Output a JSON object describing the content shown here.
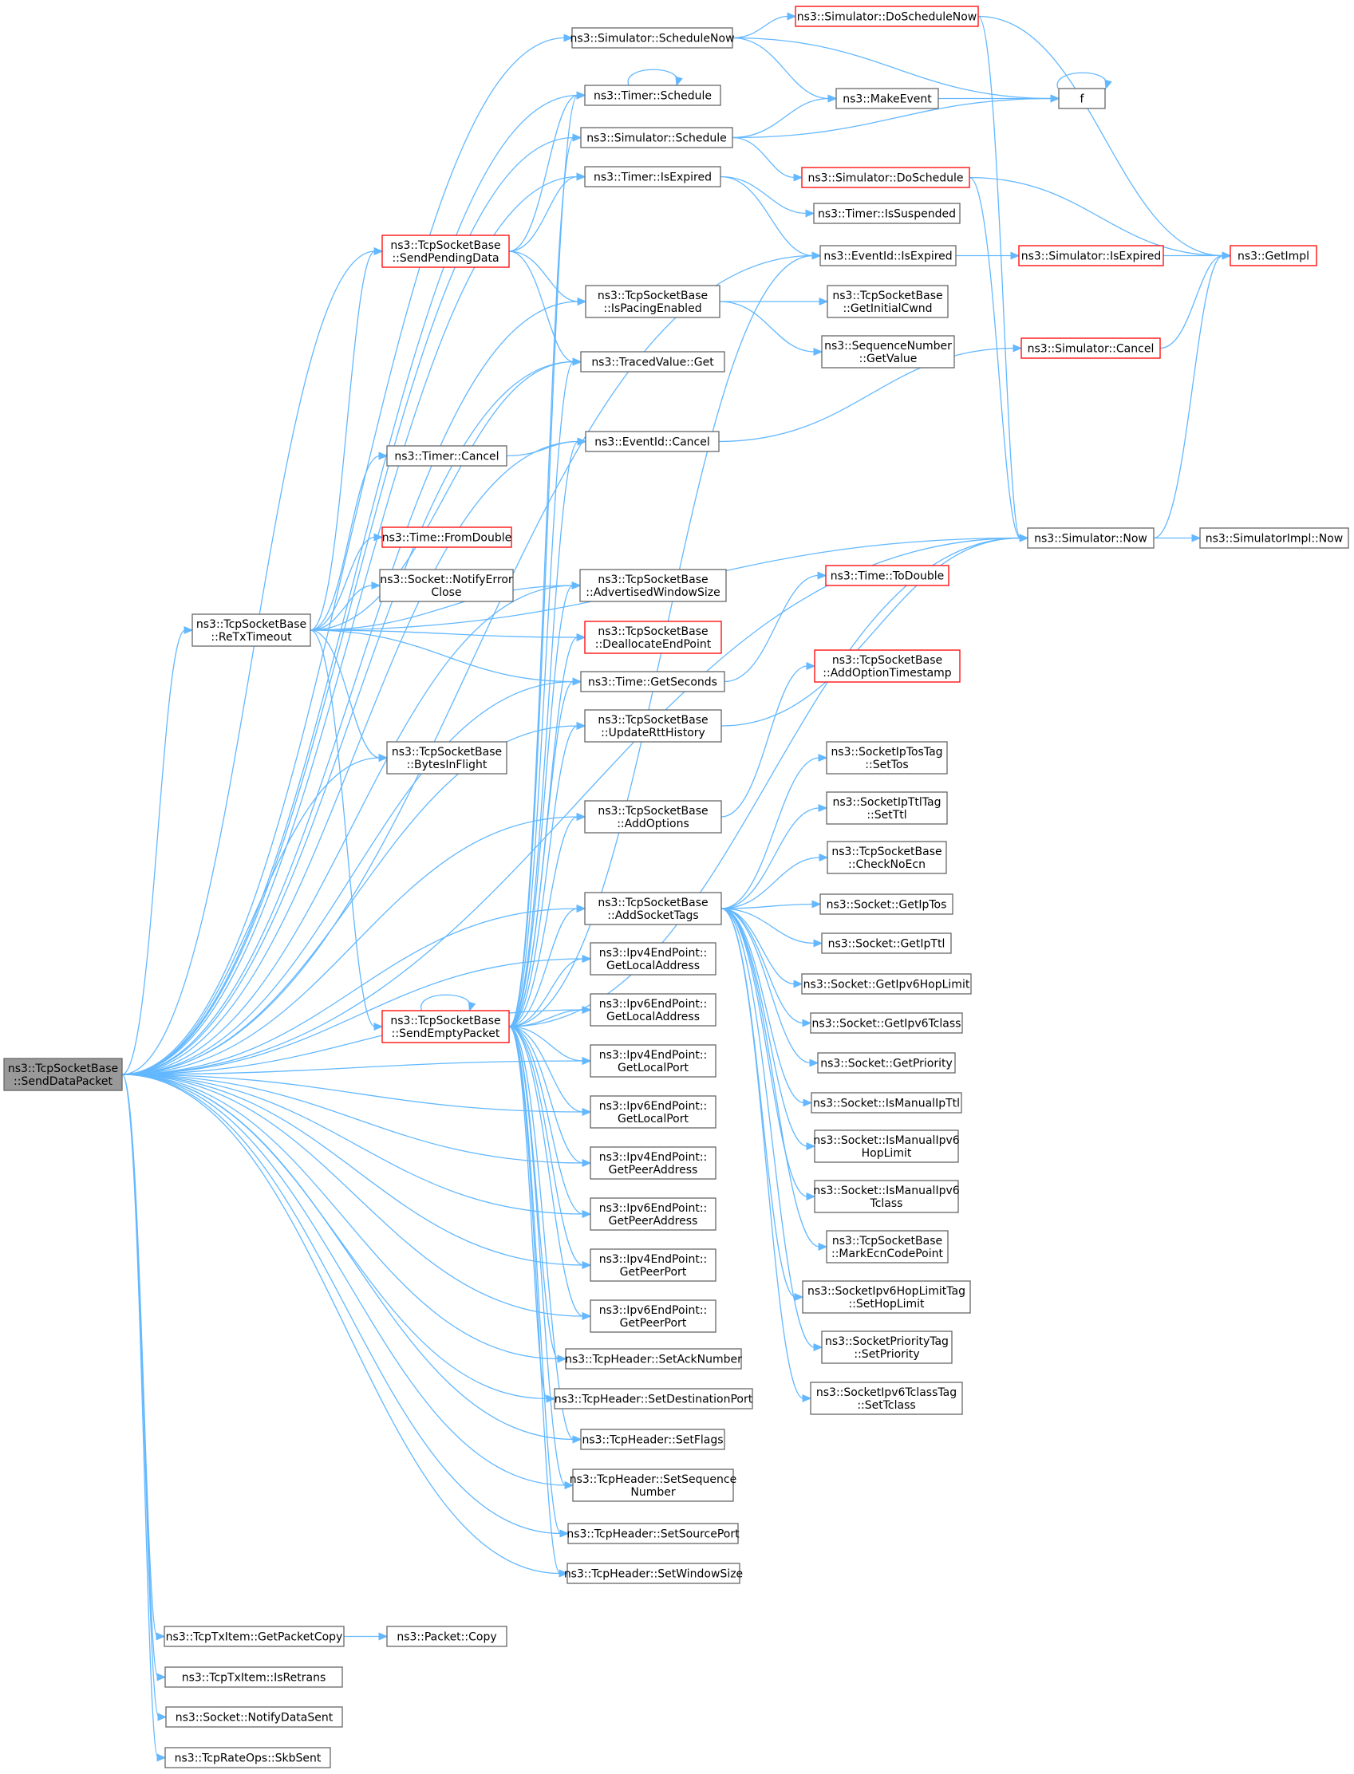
{
  "colors": {
    "edge": "#63b8ff",
    "node_border": "#666666",
    "highlight_border": "#ff0000",
    "root_fill": "#999999"
  },
  "nodes": [
    {
      "id": "root",
      "lines": [
        "ns3::TcpSocketBase",
        "::SendDataPacket"
      ],
      "style": "root"
    },
    {
      "id": "sched_now",
      "lines": [
        "ns3::Simulator::ScheduleNow"
      ],
      "style": "normal"
    },
    {
      "id": "do_sched_now",
      "lines": [
        "ns3::Simulator::DoScheduleNow"
      ],
      "style": "red"
    },
    {
      "id": "timer_schedule",
      "lines": [
        "ns3::Timer::Schedule"
      ],
      "style": "normal"
    },
    {
      "id": "make_event",
      "lines": [
        "ns3::MakeEvent"
      ],
      "style": "normal"
    },
    {
      "id": "f",
      "lines": [
        "f"
      ],
      "style": "normal"
    },
    {
      "id": "sim_schedule",
      "lines": [
        "ns3::Simulator::Schedule"
      ],
      "style": "normal"
    },
    {
      "id": "do_schedule",
      "lines": [
        "ns3::Simulator::DoSchedule"
      ],
      "style": "red"
    },
    {
      "id": "timer_isexpired",
      "lines": [
        "ns3::Timer::IsExpired"
      ],
      "style": "normal"
    },
    {
      "id": "timer_issuspended",
      "lines": [
        "ns3::Timer::IsSuspended"
      ],
      "style": "normal"
    },
    {
      "id": "send_pending",
      "lines": [
        "ns3::TcpSocketBase",
        "::SendPendingData"
      ],
      "style": "red"
    },
    {
      "id": "eventid_isexpired",
      "lines": [
        "ns3::EventId::IsExpired"
      ],
      "style": "normal"
    },
    {
      "id": "sim_isexpired",
      "lines": [
        "ns3::Simulator::IsExpired"
      ],
      "style": "red"
    },
    {
      "id": "getimpl",
      "lines": [
        "ns3::GetImpl"
      ],
      "style": "red"
    },
    {
      "id": "pacing",
      "lines": [
        "ns3::TcpSocketBase",
        "::IsPacingEnabled"
      ],
      "style": "normal"
    },
    {
      "id": "initcwnd",
      "lines": [
        "ns3::TcpSocketBase",
        "::GetInitialCwnd"
      ],
      "style": "normal"
    },
    {
      "id": "seq_getvalue",
      "lines": [
        "ns3::SequenceNumber",
        "::GetValue"
      ],
      "style": "normal"
    },
    {
      "id": "traced_get",
      "lines": [
        "ns3::TracedValue::Get"
      ],
      "style": "normal"
    },
    {
      "id": "sim_cancel",
      "lines": [
        "ns3::Simulator::Cancel"
      ],
      "style": "red"
    },
    {
      "id": "timer_cancel",
      "lines": [
        "ns3::Timer::Cancel"
      ],
      "style": "normal"
    },
    {
      "id": "eventid_cancel",
      "lines": [
        "ns3::EventId::Cancel"
      ],
      "style": "normal"
    },
    {
      "id": "time_fromdouble",
      "lines": [
        "ns3::Time::FromDouble"
      ],
      "style": "red"
    },
    {
      "id": "sim_now",
      "lines": [
        "ns3::Simulator::Now"
      ],
      "style": "normal"
    },
    {
      "id": "simimpl_now",
      "lines": [
        "ns3::SimulatorImpl::Now"
      ],
      "style": "normal"
    },
    {
      "id": "notify_error",
      "lines": [
        "ns3::Socket::NotifyError",
        "Close"
      ],
      "style": "normal"
    },
    {
      "id": "adv_window",
      "lines": [
        "ns3::TcpSocketBase",
        "::AdvertisedWindowSize"
      ],
      "style": "normal"
    },
    {
      "id": "time_todouble",
      "lines": [
        "ns3::Time::ToDouble"
      ],
      "style": "red"
    },
    {
      "id": "retx",
      "lines": [
        "ns3::TcpSocketBase",
        "::ReTxTimeout"
      ],
      "style": "normal"
    },
    {
      "id": "dealloc",
      "lines": [
        "ns3::TcpSocketBase",
        "::DeallocateEndPoint"
      ],
      "style": "red"
    },
    {
      "id": "getseconds",
      "lines": [
        "ns3::Time::GetSeconds"
      ],
      "style": "normal"
    },
    {
      "id": "add_opt_ts",
      "lines": [
        "ns3::TcpSocketBase",
        "::AddOptionTimestamp"
      ],
      "style": "red"
    },
    {
      "id": "update_rtt",
      "lines": [
        "ns3::TcpSocketBase",
        "::UpdateRttHistory"
      ],
      "style": "normal"
    },
    {
      "id": "bytes_inflight",
      "lines": [
        "ns3::TcpSocketBase",
        "::BytesInFlight"
      ],
      "style": "normal"
    },
    {
      "id": "settos",
      "lines": [
        "ns3::SocketIpTosTag",
        "::SetTos"
      ],
      "style": "normal"
    },
    {
      "id": "add_options",
      "lines": [
        "ns3::TcpSocketBase",
        "::AddOptions"
      ],
      "style": "normal"
    },
    {
      "id": "setttl",
      "lines": [
        "ns3::SocketIpTtlTag",
        "::SetTtl"
      ],
      "style": "normal"
    },
    {
      "id": "checknoecn",
      "lines": [
        "ns3::TcpSocketBase",
        "::CheckNoEcn"
      ],
      "style": "normal"
    },
    {
      "id": "add_socket_tags",
      "lines": [
        "ns3::TcpSocketBase",
        "::AddSocketTags"
      ],
      "style": "normal"
    },
    {
      "id": "getiptos",
      "lines": [
        "ns3::Socket::GetIpTos"
      ],
      "style": "normal"
    },
    {
      "id": "getipttl",
      "lines": [
        "ns3::Socket::GetIpTtl"
      ],
      "style": "normal"
    },
    {
      "id": "ipv4_localaddr",
      "lines": [
        "ns3::Ipv4EndPoint::",
        "GetLocalAddress"
      ],
      "style": "normal"
    },
    {
      "id": "getipv6hop",
      "lines": [
        "ns3::Socket::GetIpv6HopLimit"
      ],
      "style": "normal"
    },
    {
      "id": "ipv6_localaddr",
      "lines": [
        "ns3::Ipv6EndPoint::",
        "GetLocalAddress"
      ],
      "style": "normal"
    },
    {
      "id": "send_empty",
      "lines": [
        "ns3::TcpSocketBase",
        "::SendEmptyPacket"
      ],
      "style": "red"
    },
    {
      "id": "getipv6tclass",
      "lines": [
        "ns3::Socket::GetIpv6Tclass"
      ],
      "style": "normal"
    },
    {
      "id": "ipv4_localport",
      "lines": [
        "ns3::Ipv4EndPoint::",
        "GetLocalPort"
      ],
      "style": "normal"
    },
    {
      "id": "getpriority",
      "lines": [
        "ns3::Socket::GetPriority"
      ],
      "style": "normal"
    },
    {
      "id": "ipv6_localport",
      "lines": [
        "ns3::Ipv6EndPoint::",
        "GetLocalPort"
      ],
      "style": "normal"
    },
    {
      "id": "ismanualipttl",
      "lines": [
        "ns3::Socket::IsManualIpTtl"
      ],
      "style": "normal"
    },
    {
      "id": "ipv4_peeraddr",
      "lines": [
        "ns3::Ipv4EndPoint::",
        "GetPeerAddress"
      ],
      "style": "normal"
    },
    {
      "id": "ismanualipv6hop",
      "lines": [
        "ns3::Socket::IsManualIpv6",
        "HopLimit"
      ],
      "style": "normal"
    },
    {
      "id": "ipv6_peeraddr",
      "lines": [
        "ns3::Ipv6EndPoint::",
        "GetPeerAddress"
      ],
      "style": "normal"
    },
    {
      "id": "ismanualipv6tclass",
      "lines": [
        "ns3::Socket::IsManualIpv6",
        "Tclass"
      ],
      "style": "normal"
    },
    {
      "id": "ipv4_peerport",
      "lines": [
        "ns3::Ipv4EndPoint::",
        "GetPeerPort"
      ],
      "style": "normal"
    },
    {
      "id": "markecn",
      "lines": [
        "ns3::TcpSocketBase",
        "::MarkEcnCodePoint"
      ],
      "style": "normal"
    },
    {
      "id": "ipv6_peerport",
      "lines": [
        "ns3::Ipv6EndPoint::",
        "GetPeerPort"
      ],
      "style": "normal"
    },
    {
      "id": "sethoplimit",
      "lines": [
        "ns3::SocketIpv6HopLimitTag",
        "::SetHopLimit"
      ],
      "style": "normal"
    },
    {
      "id": "setacknumber",
      "lines": [
        "ns3::TcpHeader::SetAckNumber"
      ],
      "style": "normal"
    },
    {
      "id": "setpriority",
      "lines": [
        "ns3::SocketPriorityTag",
        "::SetPriority"
      ],
      "style": "normal"
    },
    {
      "id": "setdestport",
      "lines": [
        "ns3::TcpHeader::SetDestinationPort"
      ],
      "style": "normal"
    },
    {
      "id": "settclass",
      "lines": [
        "ns3::SocketIpv6TclassTag",
        "::SetTclass"
      ],
      "style": "normal"
    },
    {
      "id": "setflags",
      "lines": [
        "ns3::TcpHeader::SetFlags"
      ],
      "style": "normal"
    },
    {
      "id": "setseqnum",
      "lines": [
        "ns3::TcpHeader::SetSequence",
        "Number"
      ],
      "style": "normal"
    },
    {
      "id": "setsrcport",
      "lines": [
        "ns3::TcpHeader::SetSourcePort"
      ],
      "style": "normal"
    },
    {
      "id": "setwinsize",
      "lines": [
        "ns3::TcpHeader::SetWindowSize"
      ],
      "style": "normal"
    },
    {
      "id": "getpacketcopy",
      "lines": [
        "ns3::TcpTxItem::GetPacketCopy"
      ],
      "style": "normal"
    },
    {
      "id": "packet_copy",
      "lines": [
        "ns3::Packet::Copy"
      ],
      "style": "normal"
    },
    {
      "id": "isretrans",
      "lines": [
        "ns3::TcpTxItem::IsRetrans"
      ],
      "style": "normal"
    },
    {
      "id": "notifydatasent",
      "lines": [
        "ns3::Socket::NotifyDataSent"
      ],
      "style": "normal"
    },
    {
      "id": "skbsent",
      "lines": [
        "ns3::TcpRateOps::SkbSent"
      ],
      "style": "normal"
    }
  ],
  "edges": [
    [
      "root",
      "sched_now"
    ],
    [
      "root",
      "timer_schedule"
    ],
    [
      "root",
      "sim_schedule"
    ],
    [
      "root",
      "timer_isexpired"
    ],
    [
      "root",
      "send_pending"
    ],
    [
      "root",
      "eventid_isexpired"
    ],
    [
      "root",
      "pacing"
    ],
    [
      "root",
      "traced_get"
    ],
    [
      "root",
      "eventid_cancel"
    ],
    [
      "root",
      "adv_window"
    ],
    [
      "root",
      "retx"
    ],
    [
      "root",
      "getseconds"
    ],
    [
      "root",
      "update_rtt"
    ],
    [
      "root",
      "bytes_inflight"
    ],
    [
      "root",
      "add_options"
    ],
    [
      "root",
      "add_socket_tags"
    ],
    [
      "root",
      "ipv4_localaddr"
    ],
    [
      "root",
      "ipv6_localaddr"
    ],
    [
      "root",
      "ipv4_localport"
    ],
    [
      "root",
      "ipv6_localport"
    ],
    [
      "root",
      "ipv4_peeraddr"
    ],
    [
      "root",
      "ipv6_peeraddr"
    ],
    [
      "root",
      "ipv4_peerport"
    ],
    [
      "root",
      "ipv6_peerport"
    ],
    [
      "root",
      "setacknumber"
    ],
    [
      "root",
      "setdestport"
    ],
    [
      "root",
      "setflags"
    ],
    [
      "root",
      "setseqnum"
    ],
    [
      "root",
      "setsrcport"
    ],
    [
      "root",
      "setwinsize"
    ],
    [
      "root",
      "sim_now"
    ],
    [
      "root",
      "getpacketcopy"
    ],
    [
      "root",
      "isretrans"
    ],
    [
      "root",
      "notifydatasent"
    ],
    [
      "root",
      "skbsent"
    ],
    [
      "sched_now",
      "do_sched_now"
    ],
    [
      "sched_now",
      "make_event"
    ],
    [
      "sched_now",
      "f"
    ],
    [
      "do_sched_now",
      "getimpl"
    ],
    [
      "do_sched_now",
      "sim_now"
    ],
    [
      "timer_schedule",
      "timer_schedule"
    ],
    [
      "make_event",
      "f"
    ],
    [
      "f",
      "f"
    ],
    [
      "sim_schedule",
      "make_event"
    ],
    [
      "sim_schedule",
      "f"
    ],
    [
      "sim_schedule",
      "do_schedule"
    ],
    [
      "do_schedule",
      "getimpl"
    ],
    [
      "do_schedule",
      "sim_now"
    ],
    [
      "timer_isexpired",
      "timer_issuspended"
    ],
    [
      "timer_isexpired",
      "eventid_isexpired"
    ],
    [
      "send_pending",
      "timer_schedule"
    ],
    [
      "send_pending",
      "timer_isexpired"
    ],
    [
      "send_pending",
      "pacing"
    ],
    [
      "send_pending",
      "traced_get"
    ],
    [
      "eventid_isexpired",
      "sim_isexpired"
    ],
    [
      "sim_isexpired",
      "getimpl"
    ],
    [
      "pacing",
      "initcwnd"
    ],
    [
      "pacing",
      "seq_getvalue"
    ],
    [
      "sim_cancel",
      "getimpl"
    ],
    [
      "timer_cancel",
      "eventid_cancel"
    ],
    [
      "eventid_cancel",
      "sim_cancel"
    ],
    [
      "sim_now",
      "getimpl"
    ],
    [
      "sim_now",
      "simimpl_now"
    ],
    [
      "retx",
      "send_pending"
    ],
    [
      "retx",
      "timer_cancel"
    ],
    [
      "retx",
      "time_fromdouble"
    ],
    [
      "retx",
      "notify_error"
    ],
    [
      "retx",
      "traced_get"
    ],
    [
      "retx",
      "adv_window"
    ],
    [
      "retx",
      "dealloc"
    ],
    [
      "retx",
      "getseconds"
    ],
    [
      "retx",
      "bytes_inflight"
    ],
    [
      "retx",
      "send_empty"
    ],
    [
      "retx",
      "sim_now"
    ],
    [
      "getseconds",
      "time_todouble"
    ],
    [
      "update_rtt",
      "sim_now"
    ],
    [
      "add_options",
      "add_opt_ts"
    ],
    [
      "add_socket_tags",
      "settos"
    ],
    [
      "add_socket_tags",
      "setttl"
    ],
    [
      "add_socket_tags",
      "checknoecn"
    ],
    [
      "add_socket_tags",
      "getiptos"
    ],
    [
      "add_socket_tags",
      "getipttl"
    ],
    [
      "add_socket_tags",
      "getipv6hop"
    ],
    [
      "add_socket_tags",
      "getipv6tclass"
    ],
    [
      "add_socket_tags",
      "getpriority"
    ],
    [
      "add_socket_tags",
      "ismanualipttl"
    ],
    [
      "add_socket_tags",
      "ismanualipv6hop"
    ],
    [
      "add_socket_tags",
      "ismanualipv6tclass"
    ],
    [
      "add_socket_tags",
      "markecn"
    ],
    [
      "add_socket_tags",
      "sethoplimit"
    ],
    [
      "add_socket_tags",
      "setpriority"
    ],
    [
      "add_socket_tags",
      "settclass"
    ],
    [
      "send_empty",
      "send_empty"
    ],
    [
      "send_empty",
      "timer_schedule"
    ],
    [
      "send_empty",
      "sim_schedule"
    ],
    [
      "send_empty",
      "traced_get"
    ],
    [
      "send_empty",
      "eventid_isexpired"
    ],
    [
      "send_empty",
      "eventid_cancel"
    ],
    [
      "send_empty",
      "adv_window"
    ],
    [
      "send_empty",
      "dealloc"
    ],
    [
      "send_empty",
      "getseconds"
    ],
    [
      "send_empty",
      "update_rtt"
    ],
    [
      "send_empty",
      "add_options"
    ],
    [
      "send_empty",
      "add_socket_tags"
    ],
    [
      "send_empty",
      "ipv4_localaddr"
    ],
    [
      "send_empty",
      "ipv6_localaddr"
    ],
    [
      "send_empty",
      "ipv4_localport"
    ],
    [
      "send_empty",
      "ipv6_localport"
    ],
    [
      "send_empty",
      "ipv4_peeraddr"
    ],
    [
      "send_empty",
      "ipv6_peeraddr"
    ],
    [
      "send_empty",
      "ipv4_peerport"
    ],
    [
      "send_empty",
      "ipv6_peerport"
    ],
    [
      "send_empty",
      "setacknumber"
    ],
    [
      "send_empty",
      "setdestport"
    ],
    [
      "send_empty",
      "setflags"
    ],
    [
      "send_empty",
      "setseqnum"
    ],
    [
      "send_empty",
      "setsrcport"
    ],
    [
      "send_empty",
      "setwinsize"
    ],
    [
      "send_empty",
      "sim_now"
    ],
    [
      "getpacketcopy",
      "packet_copy"
    ]
  ]
}
